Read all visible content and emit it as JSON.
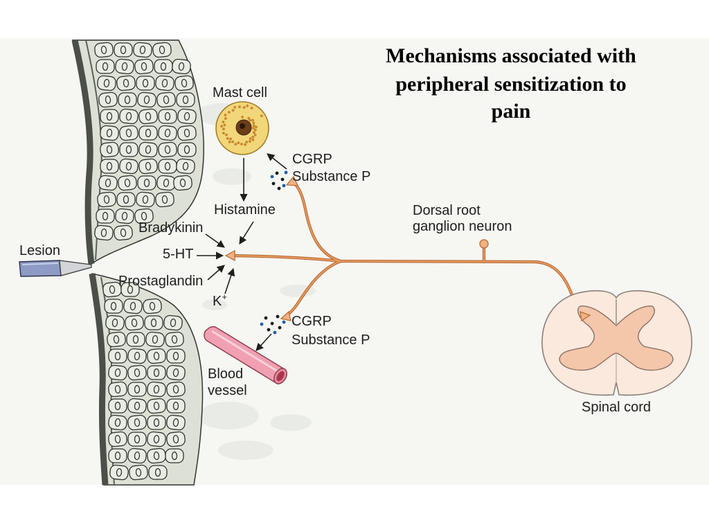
{
  "title": [
    "Mechanisms associated with",
    "peripheral sensitization to",
    "pain"
  ],
  "labels": {
    "lesion": "Lesion",
    "mast_cell": "Mast cell",
    "cgrp_upper": "CGRP",
    "substance_p_upper": "Substance P",
    "histamine": "Histamine",
    "bradykinin": "Bradykinin",
    "serotonin": "5-HT",
    "prostaglandin": "Prostaglandin",
    "potassium": {
      "symbol": "K",
      "charge": "+"
    },
    "cgrp_lower": "CGRP",
    "substance_p_lower": "Substance P",
    "blood_vessel": [
      "Blood",
      "vessel"
    ],
    "drg_neuron": [
      "Dorsal root",
      "ganglion neuron"
    ],
    "spinal_cord": "Spinal cord"
  },
  "colors": {
    "axon": "#e59c63",
    "axon_outline": "#b9672f",
    "terminal": "#f0b283",
    "mast_cell": "#f2d67a",
    "mast_granule": "#c8862e",
    "mast_nucleus": "#6b3d18",
    "blood_vessel": "#f0a0b1",
    "vessel_lumen": "#a5384e",
    "white_matter": "#fae9dc",
    "gray_matter": "#f4c6aa",
    "tissue": "#dde1d5",
    "knife_handle": "#8d9bc5",
    "knife_blade": "#d4d5d8",
    "peptide_dark": "#1b1b1b",
    "peptide_blue": "#1f5fa8"
  }
}
